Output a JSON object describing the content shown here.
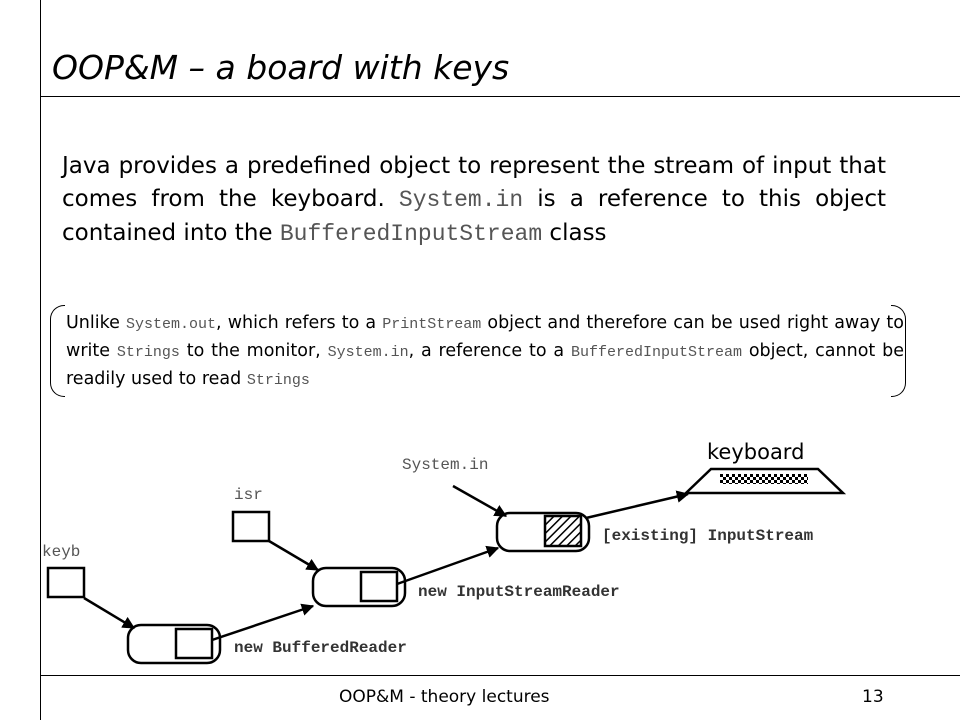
{
  "title": "OOP&M – a board with keys",
  "paragraph": {
    "t1": "Java provides a predefined object to represent the stream of input that comes from the keyboard. ",
    "code1": "System.in",
    "t2": " is a reference to this object contained into the ",
    "code2": "BufferedInputStream",
    "t3": " class"
  },
  "note": {
    "t1": "Unlike ",
    "code1": "System.out",
    "t2": ", which refers to a ",
    "code2": "PrintStream",
    "t3": " object and therefore can be used right away to write ",
    "code3": "Strings",
    "t4": " to the monitor, ",
    "code4": "System.in",
    "t5": ", a reference to a ",
    "code5": "BufferedInputStream",
    "t6": " object, cannot be readily used to read ",
    "code6": "Strings"
  },
  "diagram": {
    "ref_keyb": "keyb",
    "ref_isr": "isr",
    "ref_system_in": "System.in",
    "keyboard_label": "keyboard",
    "obj_inputstream": "[existing] InputStream",
    "obj_inputstreamreader": "new InputStreamReader",
    "obj_bufferedreader": "new BufferedReader"
  },
  "footer": {
    "text": "OOP&M - theory lectures",
    "page": "13"
  }
}
